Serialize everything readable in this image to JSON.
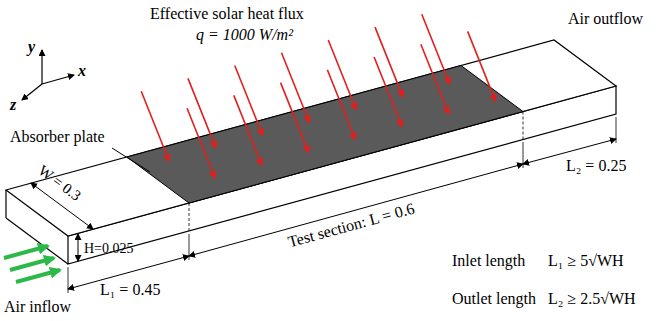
{
  "diagram": {
    "labels": [
      "Effective solar heat flux",
      "q = 1000 W/m²",
      "Air outflow",
      "Absorber plate",
      "W = 0.3",
      "H=0.025",
      "Test section: L = 0.6",
      "L₁ = 0.45",
      "L₂ = 0.25",
      "Air inflow",
      "Inlet length",
      "L₁ ≥ 5√WH",
      "Outlet length",
      "L₂ ≥ 2.5√WH",
      "y",
      "x",
      "z"
    ]
  }
}
